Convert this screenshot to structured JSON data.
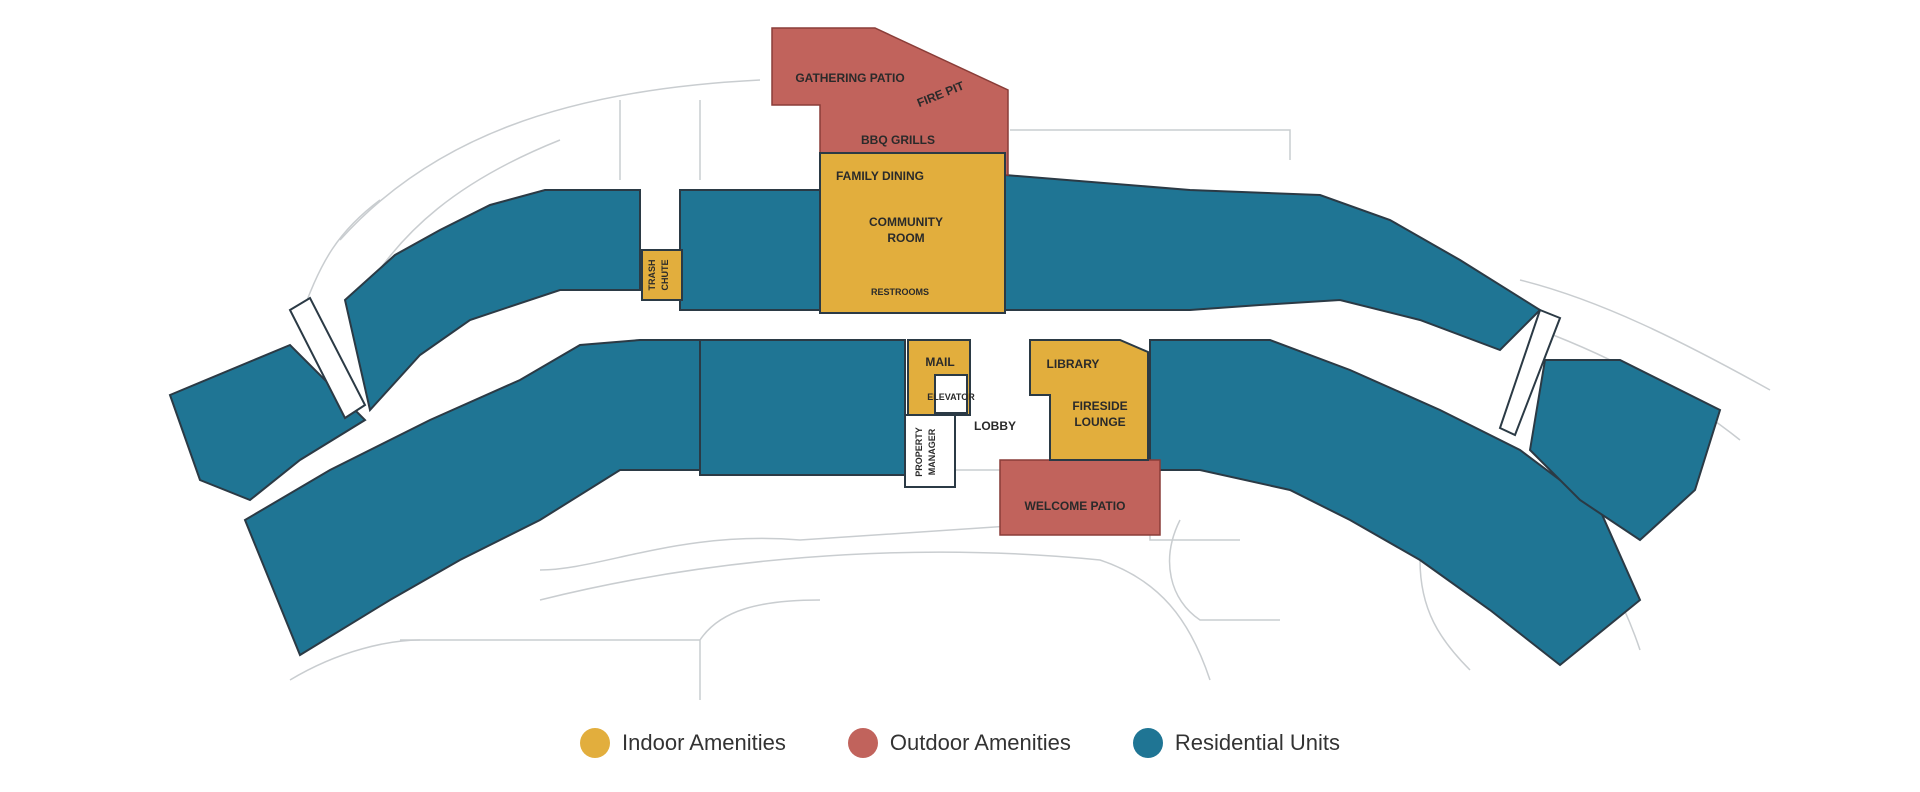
{
  "colors": {
    "indoor": "#e2ae3d",
    "outdoor": "#c1635c",
    "residential": "#1f7594",
    "line": "#c9cdd0",
    "wall": "#2b3a45"
  },
  "labels": {
    "gathering_patio": "GATHERING PATIO",
    "fire_pit": "FIRE PIT",
    "bbq_grills": "BBQ GRILLS",
    "family_dining": "FAMILY DINING",
    "community_room_1": "COMMUNITY",
    "community_room_2": "ROOM",
    "restrooms": "RESTROOMS",
    "trash_chute_1": "TRASH",
    "trash_chute_2": "CHUTE",
    "mail": "MAIL",
    "elevator": "ELEVATOR",
    "lobby": "LOBBY",
    "property_manager_1": "PROPERTY",
    "property_manager_2": "MANAGER",
    "library": "LIBRARY",
    "fireside_lounge_1": "FIRESIDE",
    "fireside_lounge_2": "LOUNGE",
    "welcome_patio": "WELCOME PATIO"
  },
  "legend": {
    "indoor": "Indoor Amenities",
    "outdoor": "Outdoor Amenities",
    "residential": "Residential Units"
  }
}
